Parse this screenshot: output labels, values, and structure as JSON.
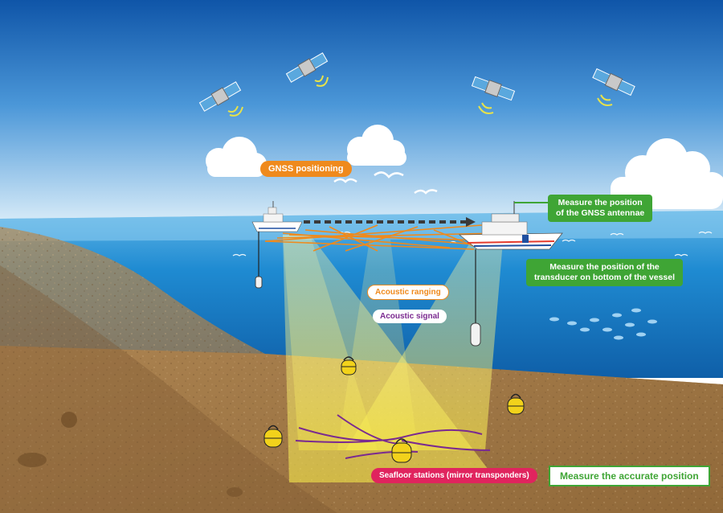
{
  "labels": {
    "gnss_positioning": "GNSS positioning",
    "gnss_antennae": [
      "Measure the position",
      "of the GNSS antennae"
    ],
    "transducer": [
      "Measure the position of the",
      "transducer on bottom of the vessel"
    ],
    "acoustic_ranging": "Acoustic ranging",
    "acoustic_signal": "Acoustic signal",
    "seafloor_stations": "Seafloor stations (mirror transponders)",
    "accurate_position": "Measure the accurate position"
  },
  "colors": {
    "sky_top": "#1560b0",
    "sky_bottom": "#d9eefa",
    "sea": "#1c86cf",
    "seafloor": "#a9804e",
    "gnss_label": "#ef8a1d",
    "info_label": "#3fa535",
    "station_label": "#e0245e",
    "signal_line": "#7a2a90",
    "ranging_line": "#ef8a1d",
    "transponder": "#f2d21b"
  },
  "icons": {
    "satellite": "satellite-icon",
    "cloud": "cloud-icon",
    "bird": "seagull-icon",
    "ship": "survey-vessel-icon",
    "transponder": "seafloor-transponder-icon",
    "fish": "fish-icon"
  }
}
